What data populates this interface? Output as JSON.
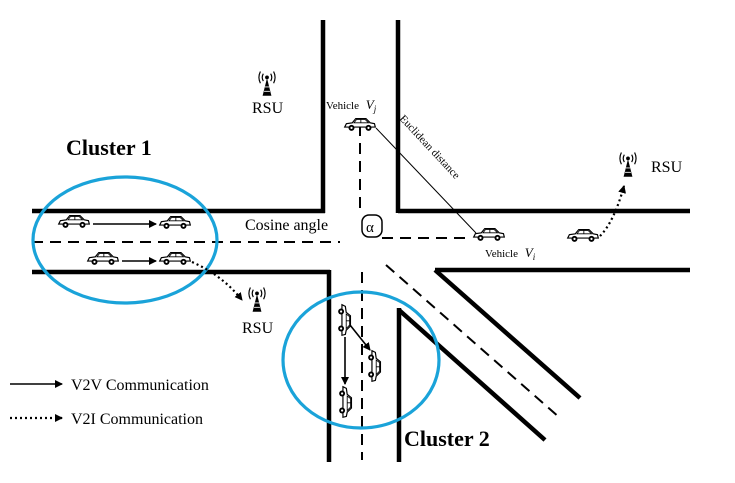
{
  "clusters": {
    "cluster1": "Cluster 1",
    "cluster2": "Cluster 2"
  },
  "rsu": {
    "top": "RSU",
    "right": "RSU",
    "bottom": "RSU"
  },
  "vehicles": {
    "vj_prefix": "Vehicle",
    "vj_var": "V",
    "vj_sub": "j",
    "vi_prefix": "Vehicle",
    "vi_var": "V",
    "vi_sub": "i"
  },
  "annotations": {
    "euclidean": "Euclidean distance",
    "cosine_angle": "Cosine angle",
    "alpha": "α"
  },
  "legend": {
    "v2v": "V2V Communication",
    "v2i": "V2I Communication"
  },
  "colors": {
    "road": "#000000",
    "cluster_ring": "#1aa3d9"
  }
}
